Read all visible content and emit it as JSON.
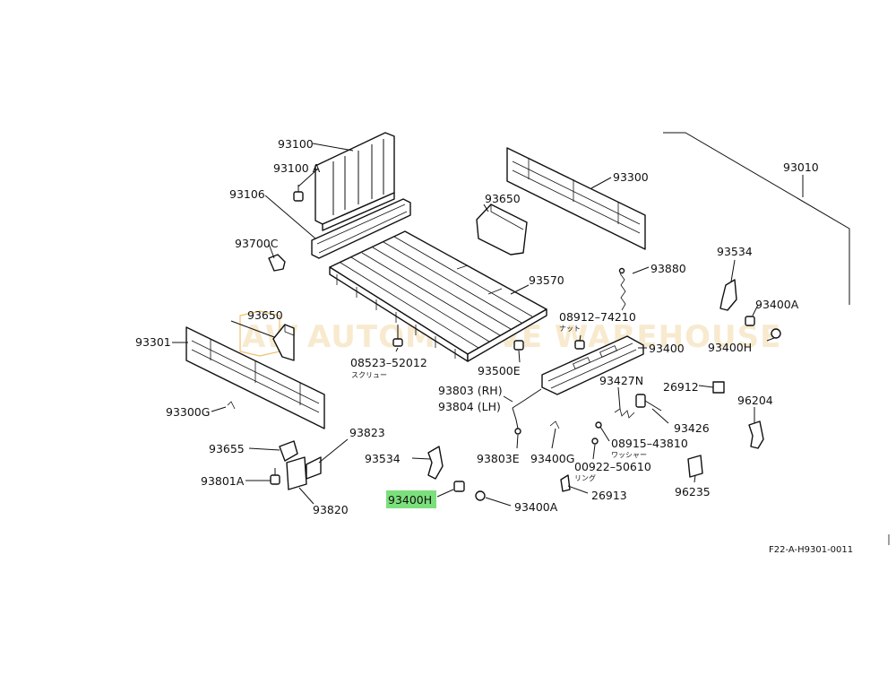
{
  "diagram_code": "F22-A-H9301-0011",
  "watermark": {
    "left": "AW",
    "text": "AUTOMOTIVE WAREHOUSE"
  },
  "highlight_color": "#7be07b",
  "labels": {
    "p93100": "93100",
    "p93100A": "93100 A",
    "p93106": "93106",
    "p93700C": "93700C",
    "p93650_top": "93650",
    "p93300": "93300",
    "p93010": "93010",
    "p93570": "93570",
    "p93880": "93880",
    "p93534_right": "93534",
    "p93400A_right": "93400A",
    "p93400H_right": "93400H",
    "p93650_left": "93650",
    "p93301": "93301",
    "p08523": "08523–52012",
    "p08523_jp": "スクリュー",
    "p08912": "08912–74210",
    "p08912_jp": "ナット",
    "p93400": "93400",
    "p93500E": "93500E",
    "p93427N": "93427N",
    "p26912": "26912",
    "p96204": "96204",
    "p93300G": "93300G",
    "p93803": "93803 (RH)",
    "p93804": "93804 (LH)",
    "p93426": "93426",
    "p08915": "08915–43810",
    "p08915_jp": "ワッシャー",
    "p93823": "93823",
    "p93655": "93655",
    "p93534_left": "93534",
    "p93803E": "93803E",
    "p93400G": "93400G",
    "p00922": "00922–50610",
    "p00922_jp": "リング",
    "p96235": "96235",
    "p93801A": "93801A",
    "p93400H_hl": "93400H",
    "p93400A_bottom": "93400A",
    "p26913": "26913",
    "p93820": "93820"
  },
  "icons": [
    "rear-header-panel-icon",
    "bed-floor-icon",
    "side-gate-icon",
    "tail-gate-icon",
    "wheel-house-icon",
    "bolt-icon",
    "hinge-icon",
    "chain-icon",
    "rubber-stopper-icon",
    "bracket-icon"
  ]
}
